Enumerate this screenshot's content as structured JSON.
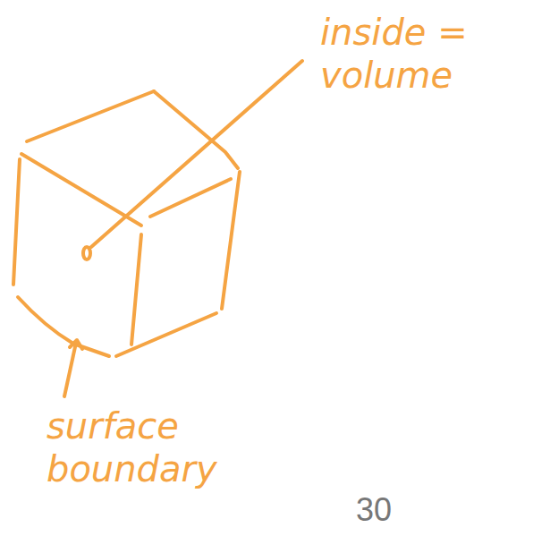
{
  "diagram": {
    "labels": [
      "inside = volume",
      "surface boundary",
      "30"
    ]
  }
}
